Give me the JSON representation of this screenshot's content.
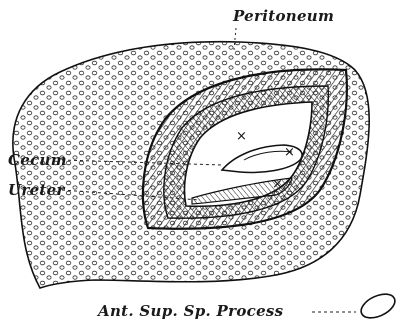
{
  "labels": {
    "peritoneum": "Peritoneum",
    "cecum": "Cecum",
    "ureter": "Ureter",
    "ant_sup_sp_process": "Ant. Sup. Sp. Process"
  },
  "marks": {
    "cross": "×"
  },
  "colors": {
    "ink": "#1a1a1a",
    "paper": "#ffffff"
  }
}
